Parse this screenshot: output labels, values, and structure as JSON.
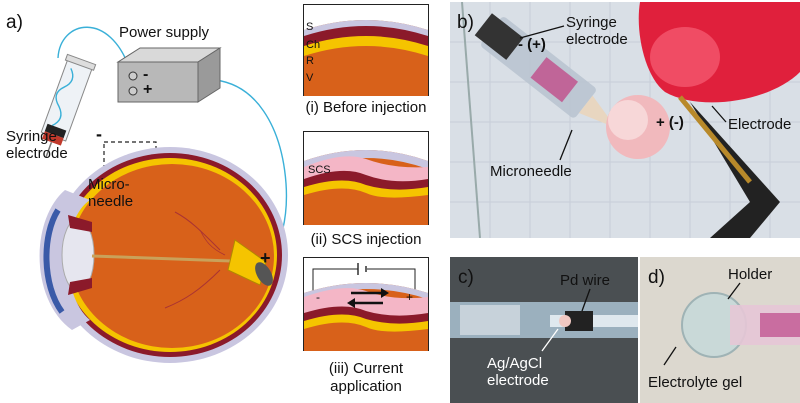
{
  "panel_a": {
    "label": "a)",
    "power_supply": "Power supply",
    "minus": "-",
    "plus": "+",
    "syringe_label": "Syringe\nelectrode",
    "syringe_sign": "-",
    "microneedle": "Micro-\nneedle",
    "optic_sign": "+"
  },
  "insets": {
    "layers": {
      "s": "S",
      "ch": "Ch",
      "r": "R",
      "v": "V"
    },
    "before": "(i) Before injection",
    "scs_label": "SCS",
    "scs_injection": "(ii) SCS injection",
    "current_minus": "-",
    "current_plus": "+",
    "current_application": "(iii) Current\napplication"
  },
  "panel_b": {
    "label": "b)",
    "syringe": "Syringe\nelectrode",
    "syringe_polarity": "- (+)",
    "electrode": "Electrode",
    "electrode_polarity": "+ (-)",
    "microneedle": "Microneedle"
  },
  "panel_c": {
    "label": "c)",
    "pd_wire": "Pd wire",
    "agagcl": "Ag/AgCl\nelectrode"
  },
  "panel_d": {
    "label": "d)",
    "holder": "Holder",
    "gel": "Electrolyte gel"
  },
  "colors": {
    "sclera": "#c9c6e0",
    "choroid": "#8b1a2a",
    "retina": "#f5c400",
    "vitreous": "#d8611a",
    "wire": "#3ab0d8",
    "scs_pink": "#f4b6c6"
  }
}
